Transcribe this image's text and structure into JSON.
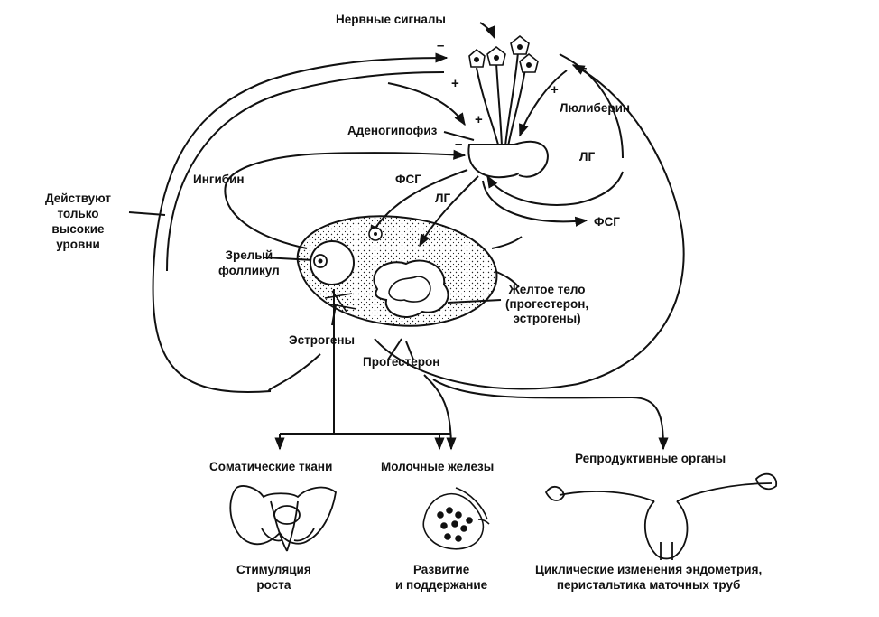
{
  "labels": {
    "nerve_signals": "Нервные сигналы",
    "luliberin": "Люлиберин",
    "adenohypophysis": "Аденогипофиз",
    "lh_top": "ЛГ",
    "fsh_left": "ФСГ",
    "lh_left": "ЛГ",
    "fsh_right": "ФСГ",
    "inhibin": "Ингибин",
    "high_levels_only": "Действуют\nтолько\nвысокие\nуровни",
    "mature_follicle": "Зрелый\nфолликул",
    "corpus_luteum": "Желтое тело\n(прогестерон,\nэстрогены)",
    "estrogens": "Эстрогены",
    "progesterone": "Прогестерон",
    "somatic_tissues": "Соматические ткани",
    "mammary_glands": "Молочные железы",
    "reproductive_organs": "Репродуктивные органы",
    "growth_stimulation": "Стимуляция\nроста",
    "development": "Развитие\nи поддержание",
    "cyclic_changes": "Циклические изменения эндометрия,\nперистальтика маточных труб"
  },
  "signs": {
    "minus_top_left": "–",
    "plus_top_left": "+",
    "plus_adeno": "+",
    "minus_adeno": "–",
    "minus_top_right": "–",
    "plus_top_right": "+"
  },
  "icons": [
    "neuron-icon",
    "pituitary-icon",
    "ovary-icon",
    "pelvis-icon",
    "mammary-gland-icon",
    "uterus-icon"
  ]
}
